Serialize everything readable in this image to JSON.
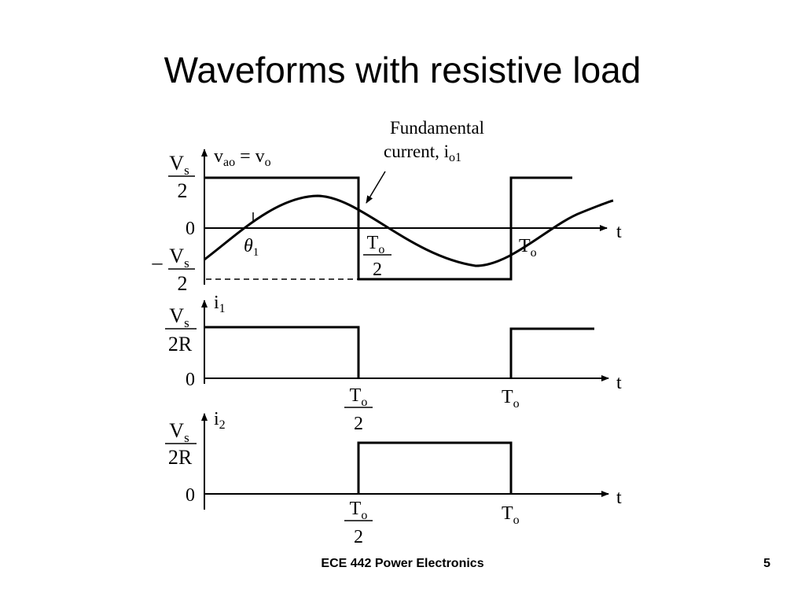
{
  "slide": {
    "title": "Waveforms with resistive load",
    "footer": "ECE 442 Power Electronics",
    "page_number": "5"
  },
  "plot1": {
    "y_label": "v",
    "y_label_sub": "ao",
    "y_label_rest": " = v",
    "y_label_sub2": "o",
    "annotation_line1": "Fundamental",
    "annotation_line2": "current, i",
    "annotation_sub": "o1",
    "top_num": "V",
    "top_num_sub": "s",
    "top_den": "2",
    "zero": "0",
    "neg_sign": "–",
    "bot_num": "V",
    "bot_num_sub": "s",
    "bot_den": "2",
    "theta": "θ",
    "theta_sub": "1",
    "half_num": "T",
    "half_num_sub": "o",
    "half_den": "2",
    "period": "T",
    "period_sub": "o",
    "t_label": "t"
  },
  "plot2": {
    "y_label": "i",
    "y_label_sub": "1",
    "top_num": "V",
    "top_num_sub": "s",
    "top_den": "2R",
    "zero": "0",
    "half_num": "T",
    "half_num_sub": "o",
    "half_den": "2",
    "period": "T",
    "period_sub": "o",
    "t_label": "t"
  },
  "plot3": {
    "y_label": "i",
    "y_label_sub": "2",
    "top_num": "V",
    "top_num_sub": "s",
    "top_den": "2R",
    "zero": "0",
    "half_num": "T",
    "half_num_sub": "o",
    "half_den": "2",
    "period": "T",
    "period_sub": "o",
    "t_label": "t"
  }
}
